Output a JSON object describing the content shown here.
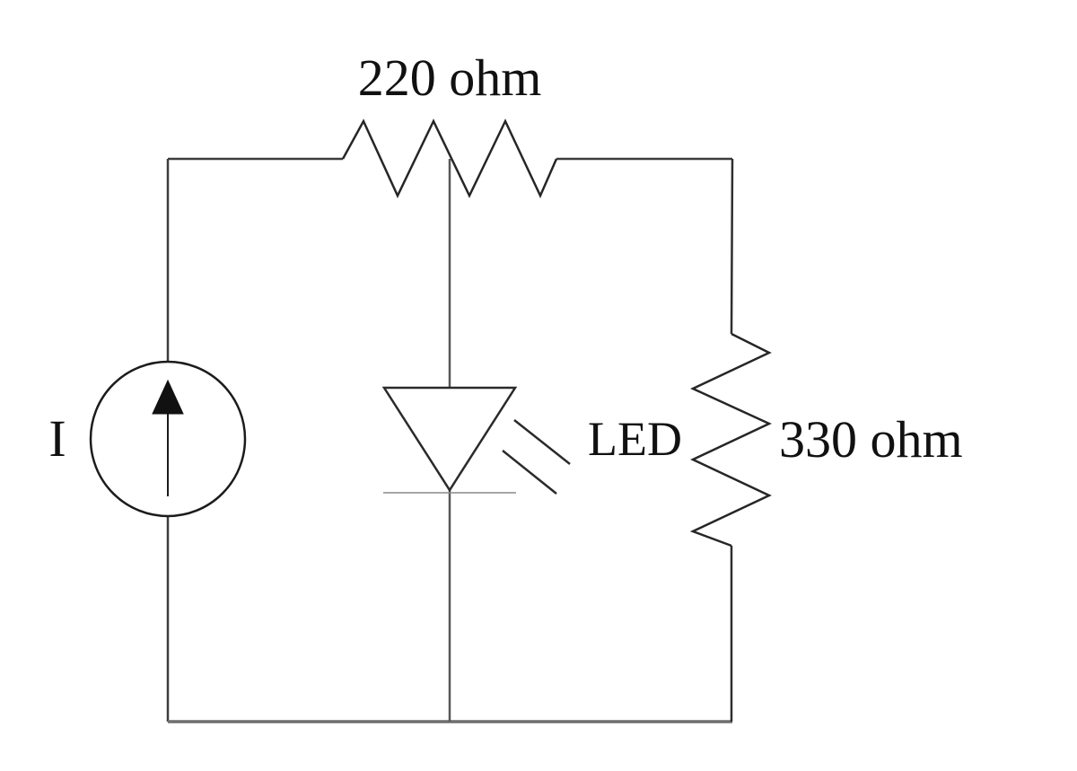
{
  "diagram": {
    "type": "circuit-schematic",
    "background_color": "#ffffff",
    "line_color": "#2a2a2a",
    "wire_color": "#555555",
    "components": {
      "current_source": {
        "label": "I",
        "kind": "current source",
        "symbol": "circle with upward arrow"
      },
      "resistor_top": {
        "label": "220 ohm",
        "kind": "resistor",
        "symbol": "horizontal zigzag"
      },
      "led": {
        "label": "LED",
        "kind": "light emitting diode",
        "symbol": "downward triangle with cathode bar and two emission rays"
      },
      "resistor_right": {
        "label": "330 ohm",
        "kind": "resistor",
        "symbol": "vertical zigzag"
      }
    }
  }
}
